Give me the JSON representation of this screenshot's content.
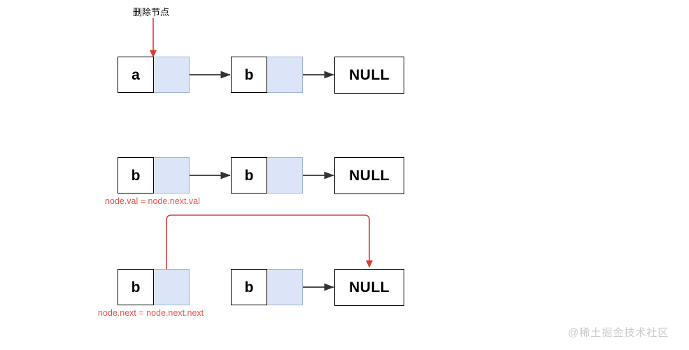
{
  "diagram": {
    "title_annotation": "删除节点",
    "watermark": "@稀土掘金技术社区",
    "colors": {
      "node_value_fill": "#ffffff",
      "node_pointer_fill": "#dbe5f7",
      "node_border": "#000000",
      "pointer_border": "#9db5d6",
      "connector_arrow": "#333333",
      "annotation_red": "#e8524b",
      "background": "#ffffff",
      "watermark": "#c9c9c9"
    },
    "rows": [
      {
        "id": "row-1",
        "nodes": [
          {
            "value": "a"
          },
          {
            "value": "b"
          }
        ],
        "terminal": "NULL",
        "annotation": "删除节点",
        "annotation_kind": "pointer-down-arrow"
      },
      {
        "id": "row-2",
        "nodes": [
          {
            "value": "b"
          },
          {
            "value": "b"
          }
        ],
        "terminal": "NULL",
        "annotation": "node.val = node.next.val",
        "annotation_kind": "code-caption"
      },
      {
        "id": "row-3",
        "nodes": [
          {
            "value": "b"
          },
          {
            "value": "b"
          }
        ],
        "terminal": "NULL",
        "annotation": "node.next = node.next.next",
        "annotation_kind": "code-caption-with-bypass-arrow"
      }
    ]
  }
}
